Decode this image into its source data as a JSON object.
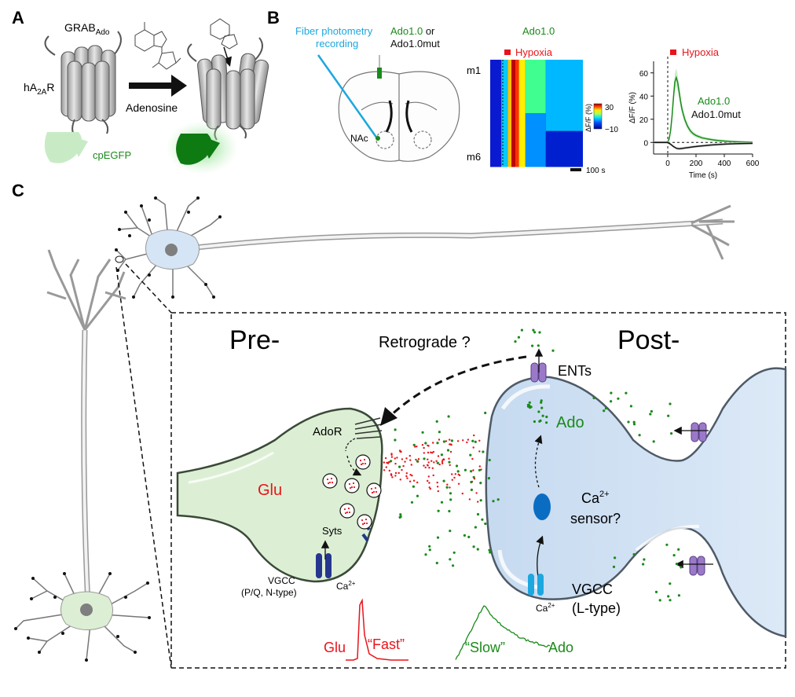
{
  "panels": {
    "a": {
      "letter": "A",
      "sensor_name": "GRAB",
      "sensor_sub": "Ado",
      "receptor_pre": "hA",
      "receptor_sub": "2A",
      "receptor_post": "R",
      "arrow_label": "Adenosine",
      "fluor_label": "cpEGFP"
    },
    "b": {
      "letter": "B",
      "fiber_label_1": "Fiber photometry",
      "fiber_label_2": "recording",
      "sensor_label": "Ado1.0",
      "sensor_or": " or",
      "mut_label": "Ado1.0mut",
      "nac_label": "NAc",
      "heatmap_title": "Ado1.0",
      "hypoxia_label": "Hypoxia",
      "row_top": "m1",
      "row_bottom": "m6",
      "colorbar_max": "30",
      "colorbar_min": "−10",
      "colorbar_label": "ΔF/F (%)",
      "scale_label": "100 s",
      "trace_legend_1": "Ado1.0",
      "trace_legend_2": "Ado1.0mut"
    },
    "c": {
      "letter": "C",
      "pre_label": "Pre-",
      "post_label": "Post-",
      "retro_label": "Retrograde ?",
      "ents_label": "ENTs",
      "ado_label": "Ado",
      "adoR_label": "AdoR",
      "glu_label": "Glu",
      "syts_label": "Syts",
      "vgcc_pre_1": "VGCC",
      "vgcc_pre_2": "(P/Q, N-type)",
      "ca_pre": "Ca",
      "ca_post": "Ca",
      "ca_sensor_1": "Ca",
      "ca_sensor_2": "sensor?",
      "vgcc_post_1": "VGCC",
      "vgcc_post_2": "(L-type)",
      "glu_trace_label": "Glu",
      "fast_label": "“Fast”",
      "slow_label": "“Slow”",
      "ado_trace_label": "Ado",
      "superscript": "2+"
    }
  },
  "chart_data": {
    "type": "line",
    "xlabel": "Time (s)",
    "ylabel": "ΔF/F (%)",
    "xlim": [
      -100,
      600
    ],
    "ylim": [
      -10,
      70
    ],
    "xticks": [
      0,
      200,
      400,
      600
    ],
    "yticks": [
      0,
      20,
      40,
      60
    ],
    "series": [
      {
        "name": "Ado1.0",
        "color": "#1a8a1a",
        "x": [
          -100,
          -50,
          -10,
          0,
          10,
          20,
          30,
          40,
          50,
          60,
          70,
          80,
          90,
          100,
          120,
          140,
          160,
          180,
          200,
          240,
          280,
          320,
          360,
          400,
          450,
          500,
          550,
          600
        ],
        "y": [
          0,
          0,
          0,
          0.5,
          3,
          10,
          22,
          38,
          52,
          56,
          52,
          44,
          36,
          29,
          20,
          14,
          10,
          7.5,
          6,
          4,
          3,
          2.2,
          1.6,
          1.2,
          0.8,
          0.5,
          0.3,
          0.2
        ]
      },
      {
        "name": "Ado1.0mut",
        "color": "#111111",
        "x": [
          -100,
          -50,
          -10,
          0,
          20,
          40,
          60,
          80,
          100,
          140,
          180,
          220,
          260,
          300,
          360,
          420,
          480,
          540,
          600
        ],
        "y": [
          0,
          0,
          0,
          0,
          -1.5,
          -3.5,
          -5,
          -5.5,
          -5.2,
          -4.5,
          -3.8,
          -3.2,
          -2.8,
          -2.3,
          -1.8,
          -1.4,
          -1.1,
          -0.9,
          -0.8
        ]
      }
    ]
  },
  "colors": {
    "green": "#1a8a1a",
    "red": "#e8141b",
    "cyan": "#1ca7df",
    "post_fill": "#d6e5f5",
    "pre_fill": "#dcefd4"
  }
}
